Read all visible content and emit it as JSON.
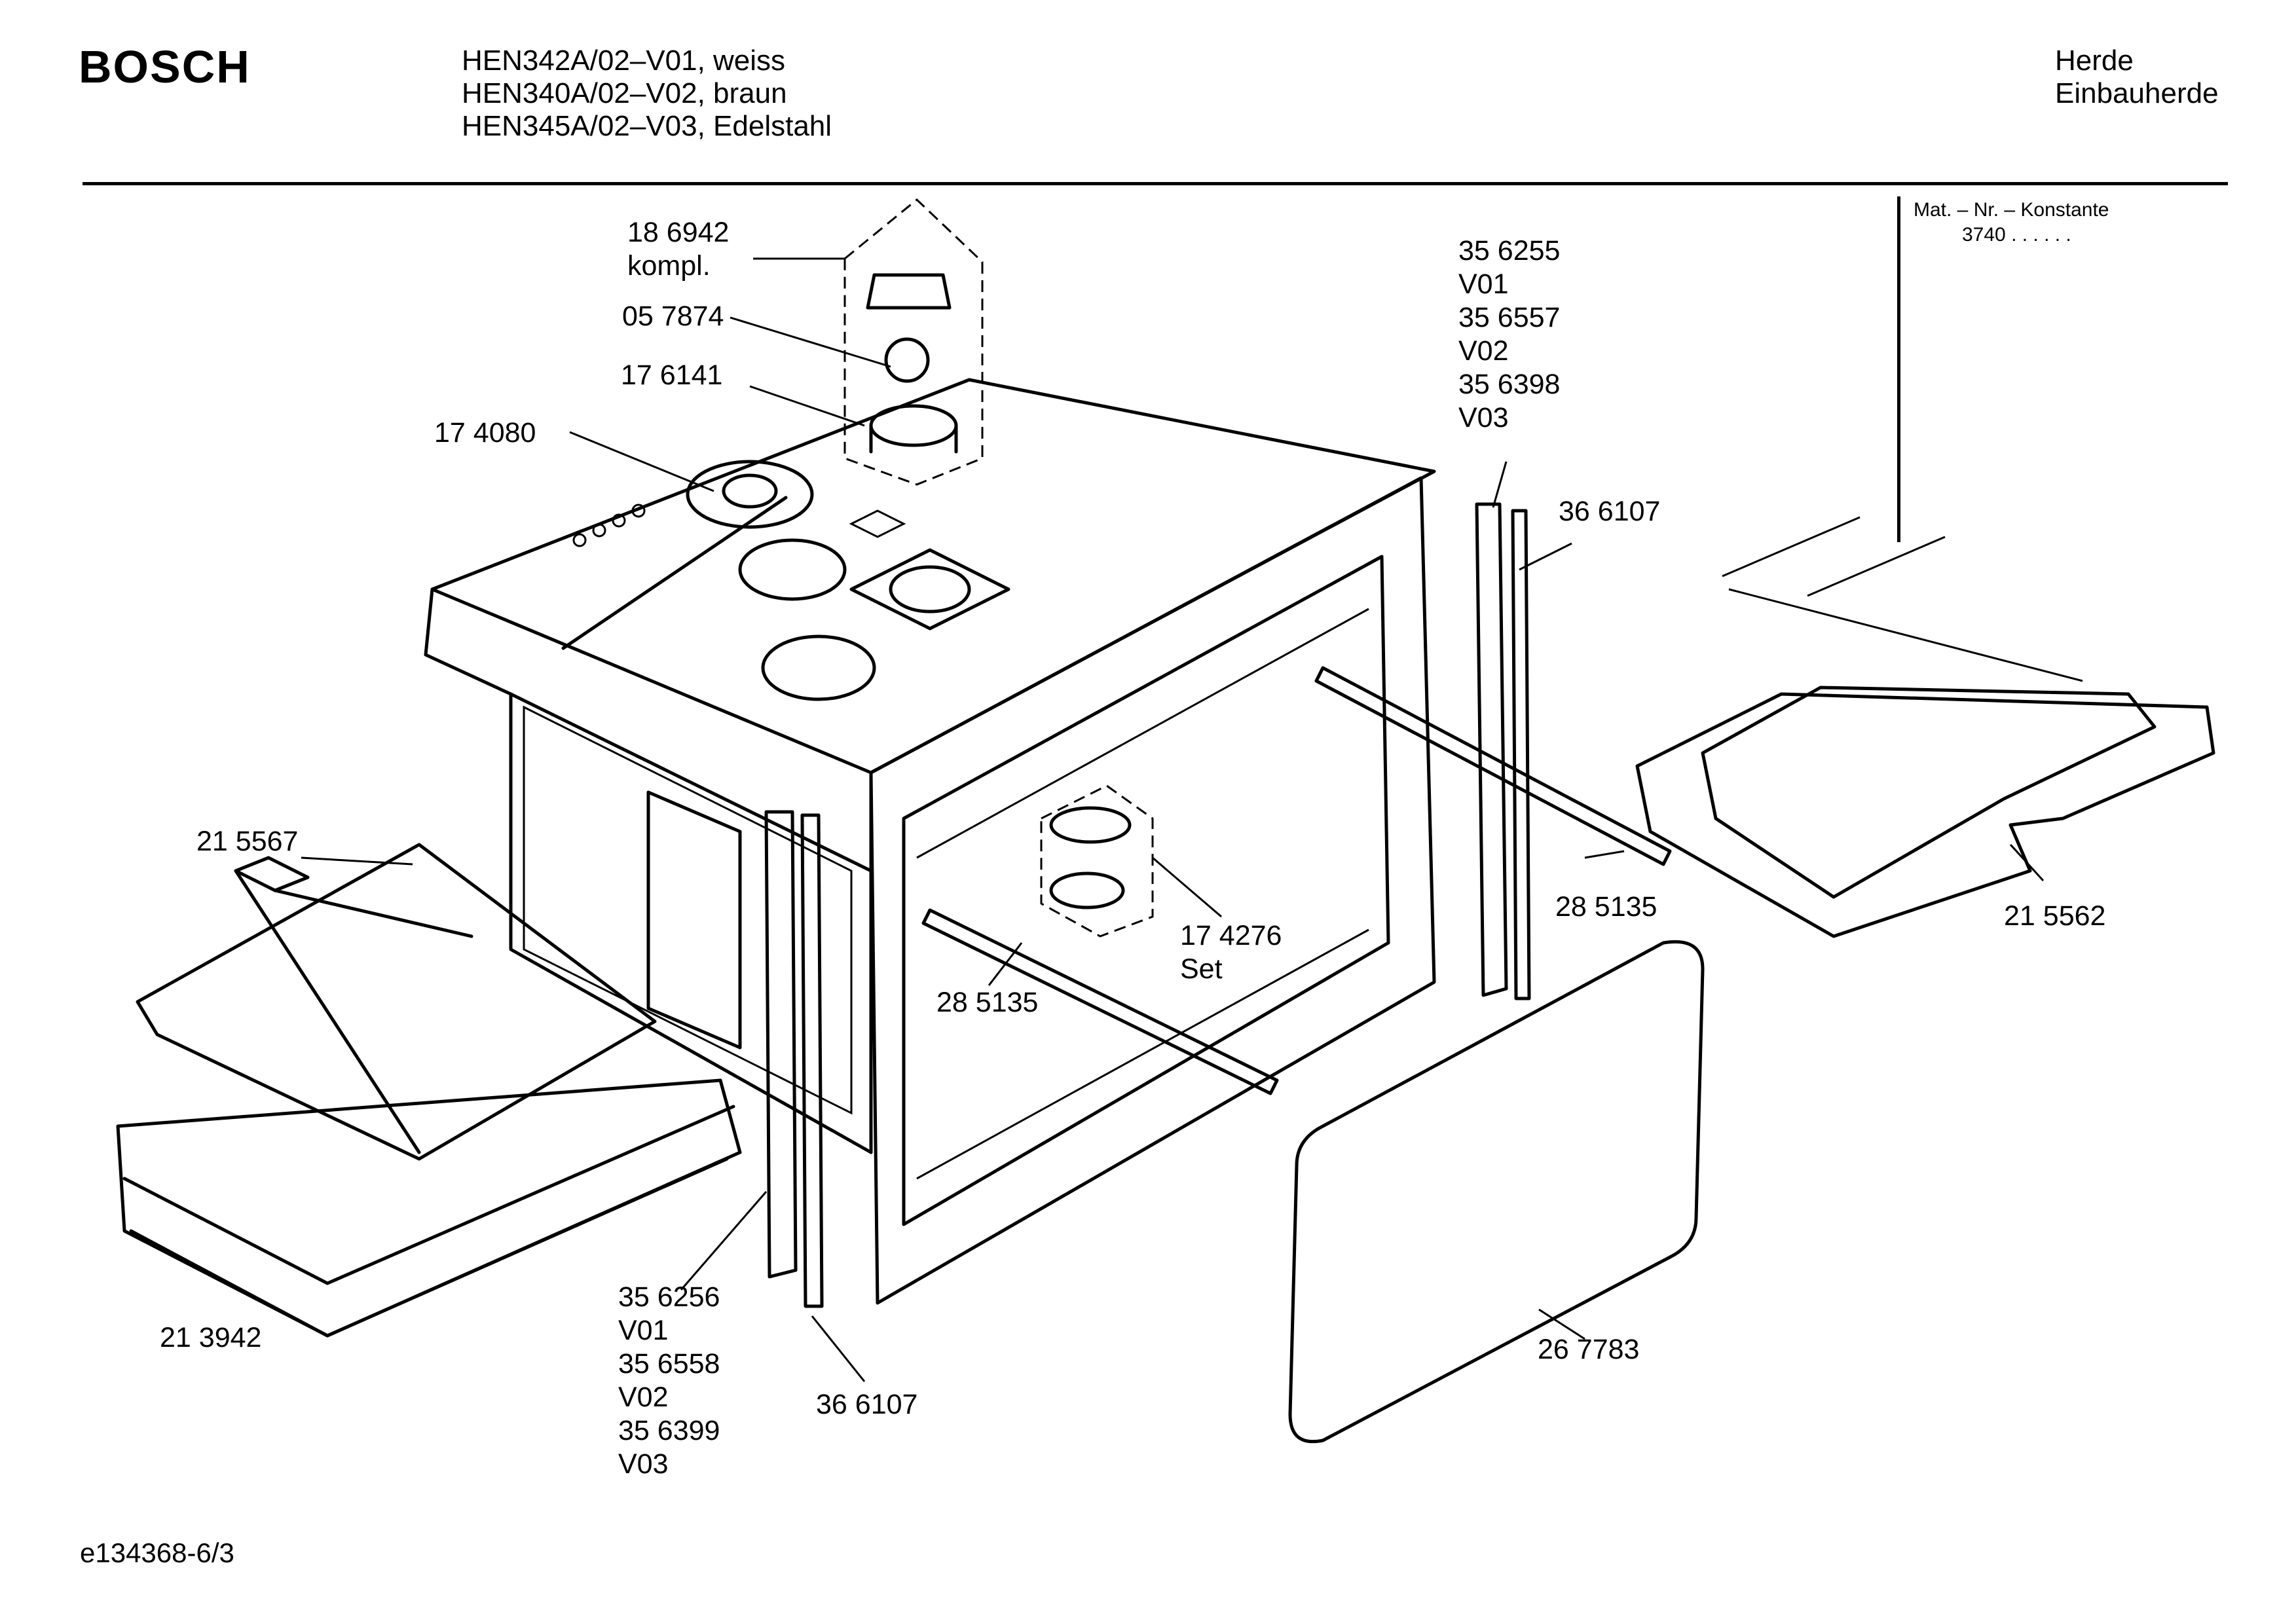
{
  "header": {
    "brand": "BOSCH",
    "models": [
      "HEN342A/02–V01, weiss",
      "HEN340A/02–V02, braun",
      "HEN345A/02–V03, Edelstahl"
    ],
    "category": [
      "Herde",
      "Einbauherde"
    ]
  },
  "mat_nr": {
    "label": "Mat. – Nr. – Konstante",
    "value": "3740  .  .    .  .  .  ."
  },
  "parts": {
    "lamp_complete": [
      "18 6942",
      "kompl."
    ],
    "lamp_bulb": "05 7874",
    "lamp_socket": "17 6141",
    "lamp_holder": "17 4080",
    "side_rail_right": [
      "35 6255",
      "V01",
      "35 6557",
      "V02",
      "35 6398",
      "V03"
    ],
    "strip_right": "36 6107",
    "top_heater_element": "21 5562",
    "bottom_heater": "21 5567",
    "insulation": "21 3942",
    "side_rail_left": [
      "35 6256",
      "V01",
      "35 6558",
      "V02",
      "35 6399",
      "V03"
    ],
    "strip_left": "36 6107",
    "light_set": [
      "17 4276",
      "Set"
    ],
    "rack_guide_left": "28 5135",
    "rack_guide_right": "28 5135",
    "door_seal": "26 7783"
  },
  "footer": {
    "drawing_id": "e134368-6/3"
  }
}
